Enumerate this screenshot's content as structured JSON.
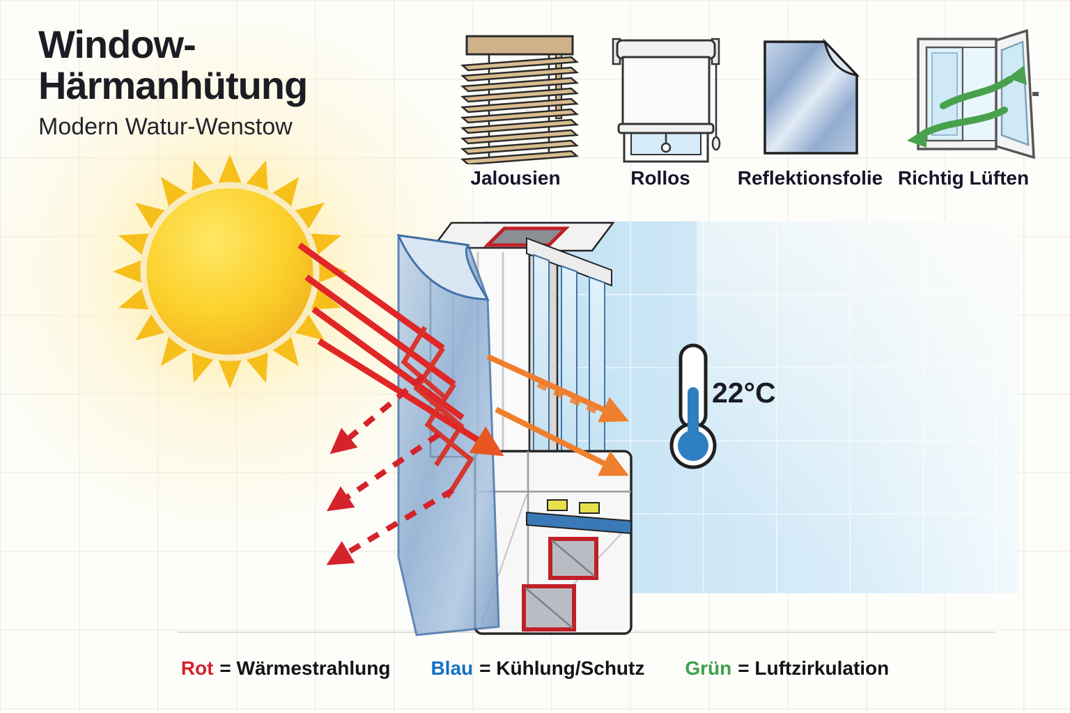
{
  "title": {
    "line1": "Window-",
    "line2": "Härmanhütung",
    "subtitle": "Modern Watur-Wenstow"
  },
  "methods": [
    {
      "label": "Jalousien",
      "icon": "venetian-blinds-icon"
    },
    {
      "label": "Rollos",
      "icon": "roller-blind-icon"
    },
    {
      "label": "Reflektionsfolie",
      "icon": "reflective-foil-icon"
    },
    {
      "label": "Richtig Lüften",
      "icon": "open-window-ventilation-icon"
    }
  ],
  "diagram": {
    "temperature": "22°C",
    "elements": [
      "sun",
      "heat-rays",
      "reflective-film",
      "triple-glazed-window-cross-section",
      "reflected-rays",
      "transmitted-rays",
      "thermometer",
      "room"
    ],
    "colors": {
      "heat_red": "#d5232b",
      "transmitted_orange": "#ef7f2e",
      "cool_blue": "#1470c5",
      "air_green": "#3ca14c",
      "sun_yellow": "#f6c21a",
      "film_blue": "#8fb0d6",
      "room_blue": "#c5e3f4"
    }
  },
  "legend": [
    {
      "term": "Rot",
      "def": "= Wärmestrahlung"
    },
    {
      "term": "Blau",
      "def": "= Kühlung/Schutz"
    },
    {
      "term": "Grün",
      "def": "= Luftzirkulation"
    }
  ]
}
